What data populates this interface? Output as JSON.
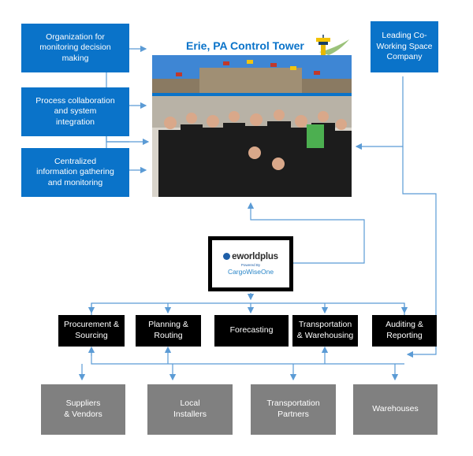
{
  "title": "Erie, PA Control Tower",
  "left_boxes": [
    "Organization for\nmonitoring decision\nmaking",
    "Process collaboration\nand system\nintegration",
    "Centralized\ninformation gathering\nand monitoring"
  ],
  "right_box": "Leading Co-\nWorking Space\nCompany",
  "logo": {
    "name": "eworldplus",
    "powered_by": "Powered By",
    "platform": "CargoWiseOne"
  },
  "functions": [
    "Procurement &\nSourcing",
    "Planning &\nRouting",
    "Forecasting",
    "Transportation\n& Warehousing",
    "Auditing &\nReporting"
  ],
  "partners": [
    "Suppliers\n& Vendors",
    "Local\nInstallers",
    "Transportation\nPartners",
    "Warehouses"
  ],
  "colors": {
    "blue_box": "#0a73c9",
    "connector": "#5b9bd5",
    "function_box": "#000000",
    "partner_box": "#808080"
  },
  "icons": {
    "tower": "control-tower-icon"
  }
}
